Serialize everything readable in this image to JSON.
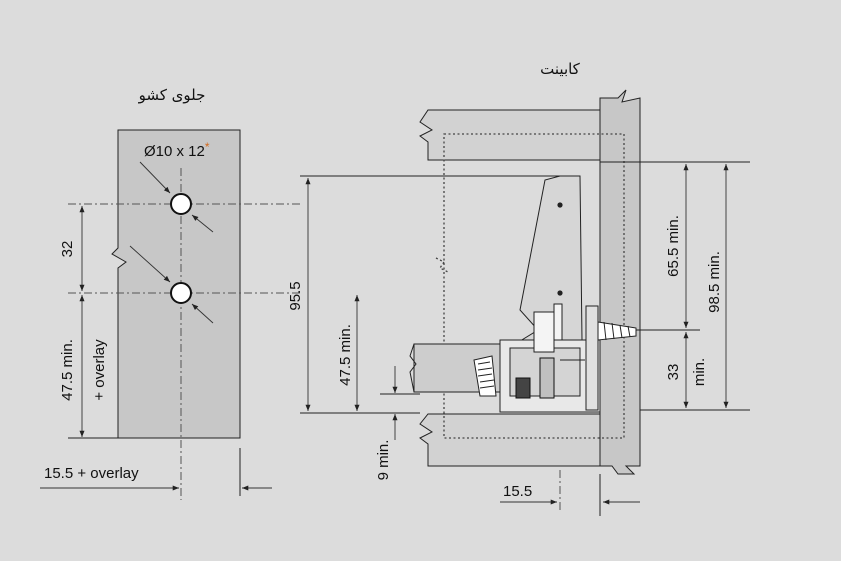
{
  "labels": {
    "drawer_front": "جلوی کشو",
    "cabinet": "کابینت",
    "hole_spec": "Ø10 x 12",
    "hole_spec_mark": "*",
    "dim_32": "32",
    "dim_47_5_min_overlay_a": "47.5 min.",
    "dim_47_5_min_overlay_b": "+ overlay",
    "dim_15_5_overlay": "15.5 + overlay",
    "dim_95_5": "95.5",
    "dim_47_5_min": "47.5 min.",
    "dim_9_min": "9 min.",
    "dim_15_5": "15.5",
    "dim_65_5_min": "65.5 min.",
    "dim_98_5_min": "98.5 min.",
    "dim_33": "33",
    "dim_33_min": "min."
  },
  "colors": {
    "background": "#dcdcdc",
    "panel": "#c7c7c7",
    "accent_asterisk": "#d2691e"
  }
}
